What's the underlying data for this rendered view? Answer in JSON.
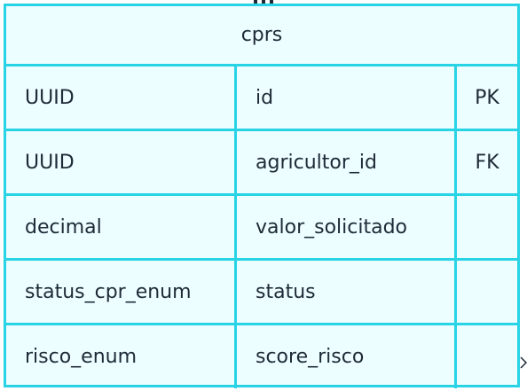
{
  "entity": {
    "name": "cprs",
    "columns": [
      {
        "type": "UUID",
        "name": "id",
        "key": "PK"
      },
      {
        "type": "UUID",
        "name": "agricultor_id",
        "key": "FK"
      },
      {
        "type": "decimal",
        "name": "valor_solicitado",
        "key": ""
      },
      {
        "type": "status_cpr_enum",
        "name": "status",
        "key": ""
      },
      {
        "type": "risco_enum",
        "name": "score_risco",
        "key": ""
      }
    ]
  },
  "colors": {
    "border": "#28d3e6",
    "fill": "#ecfeff",
    "text": "#1f2a37"
  }
}
